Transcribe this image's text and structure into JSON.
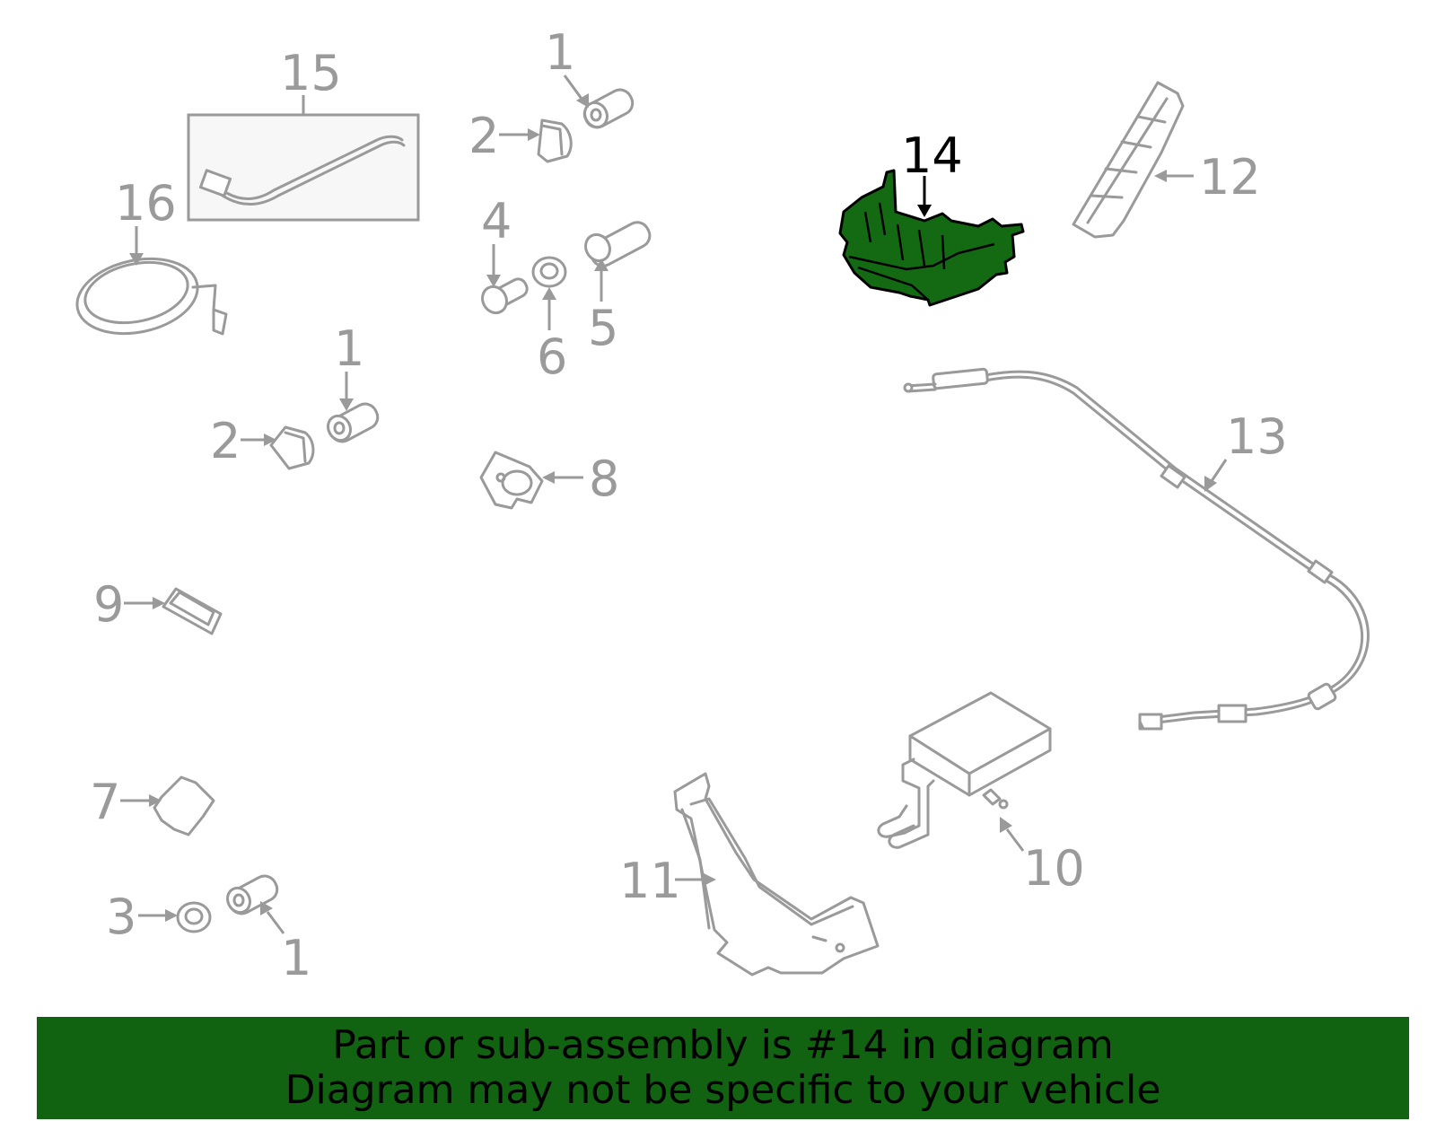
{
  "callouts": {
    "c1a": "1",
    "c1b": "1",
    "c1c": "1",
    "c2a": "2",
    "c2b": "2",
    "c3": "3",
    "c4": "4",
    "c5": "5",
    "c6": "6",
    "c7": "7",
    "c8": "8",
    "c9": "9",
    "c10": "10",
    "c11": "11",
    "c12": "12",
    "c13": "13",
    "c14": "14",
    "c15": "15",
    "c16": "16"
  },
  "highlight": {
    "part_number": "14",
    "color": "#136a13",
    "banner_color": "#116311"
  },
  "banner": {
    "line1": "Part or sub-assembly is #14 in diagram",
    "line2": "Diagram may not be specific to your vehicle"
  },
  "icons": {
    "part-15": "wire-harness-icon",
    "part-16": "speaker-ring-icon",
    "part-14": "console-bracket-icon",
    "part-13": "cable-icon",
    "part-12": "trim-panel-icon",
    "part-11": "bracket-icon",
    "part-10": "control-module-icon"
  }
}
